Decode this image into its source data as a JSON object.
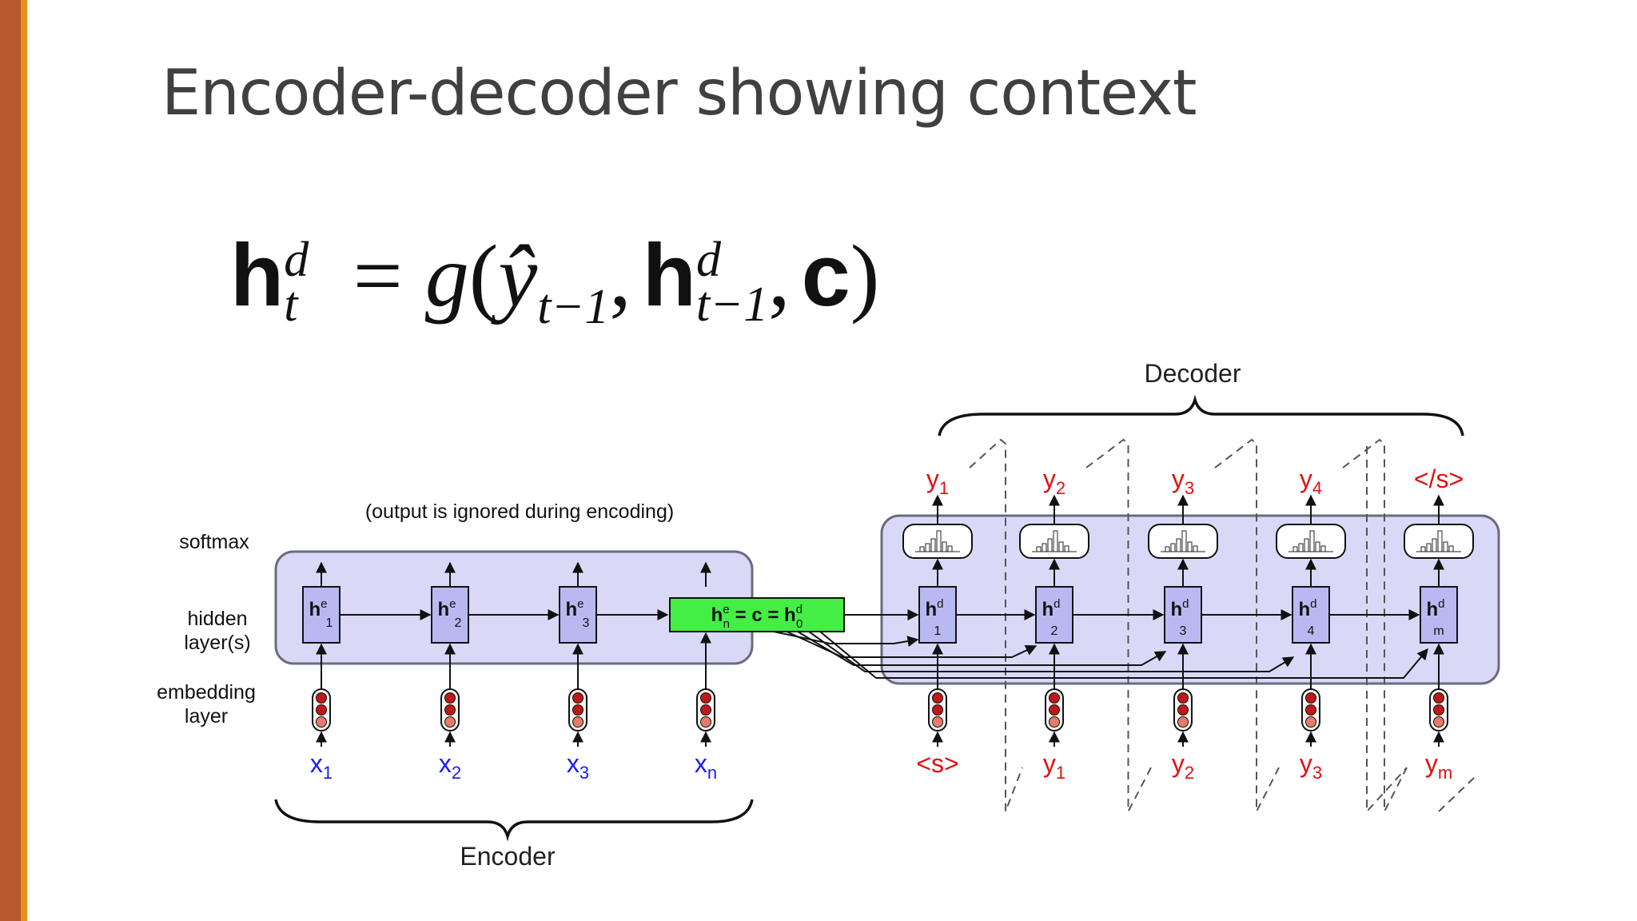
{
  "slide": {
    "title": "Encoder-decoder showing context"
  },
  "equation": {
    "lhs_symbol": "h",
    "lhs_sup": "d",
    "lhs_sub": "t",
    "equals": "=",
    "func": "g",
    "open": "(",
    "yhat": "ŷ",
    "yhat_sub": "t−1",
    "comma1": ",",
    "h2_symbol": "h",
    "h2_sup": "d",
    "h2_sub": "t−1",
    "comma2": ",",
    "c_symbol": "c",
    "close": ")"
  },
  "diagram": {
    "decoder_label": "Decoder",
    "encoder_label": "Encoder",
    "ignored_note": "(output is ignored during encoding)",
    "row_labels": {
      "softmax": "softmax",
      "hidden_line1": "hidden",
      "hidden_line2": "layer(s)",
      "embedding_line1": "embedding",
      "embedding_line2": "layer"
    },
    "encoder_states": [
      {
        "h": "h",
        "sup": "e",
        "sub": "1"
      },
      {
        "h": "h",
        "sup": "e",
        "sub": "2"
      },
      {
        "h": "h",
        "sup": "e",
        "sub": "3"
      }
    ],
    "context": {
      "h": "h",
      "sup": "e",
      "sub": "n",
      "mid": " = c = ",
      "h2": "h",
      "sup2": "d",
      "sub2": "0"
    },
    "encoder_inputs": [
      {
        "base": "x",
        "sub": "1"
      },
      {
        "base": "x",
        "sub": "2"
      },
      {
        "base": "x",
        "sub": "3"
      },
      {
        "base": "x",
        "sub": "n"
      }
    ],
    "decoder_states": [
      {
        "h": "h",
        "sup": "d",
        "sub": "1"
      },
      {
        "h": "h",
        "sup": "d",
        "sub": "2"
      },
      {
        "h": "h",
        "sup": "d",
        "sub": "3"
      },
      {
        "h": "h",
        "sup": "d",
        "sub": "4"
      },
      {
        "h": "h",
        "sup": "d",
        "sub": "m"
      }
    ],
    "decoder_outputs": [
      {
        "base": "y",
        "sub": "1"
      },
      {
        "base": "y",
        "sub": "2"
      },
      {
        "base": "y",
        "sub": "3"
      },
      {
        "base": "y",
        "sub": "4"
      },
      {
        "base": "</s>",
        "sub": ""
      }
    ],
    "decoder_inputs": [
      {
        "base": "<s>",
        "sub": ""
      },
      {
        "base": "y",
        "sub": "1"
      },
      {
        "base": "y",
        "sub": "2"
      },
      {
        "base": "y",
        "sub": "3"
      },
      {
        "base": "y",
        "sub": "m"
      }
    ],
    "colors": {
      "panel_fill": "#d9d9f7",
      "panel_stroke": "#6b6b80",
      "cell_fill": "#b9b9f2",
      "context_fill": "#44ee44",
      "input_text": "#1a1aff",
      "output_text": "#e01010",
      "embed_dark": "#c01818",
      "embed_light": "#e87a6a"
    }
  }
}
